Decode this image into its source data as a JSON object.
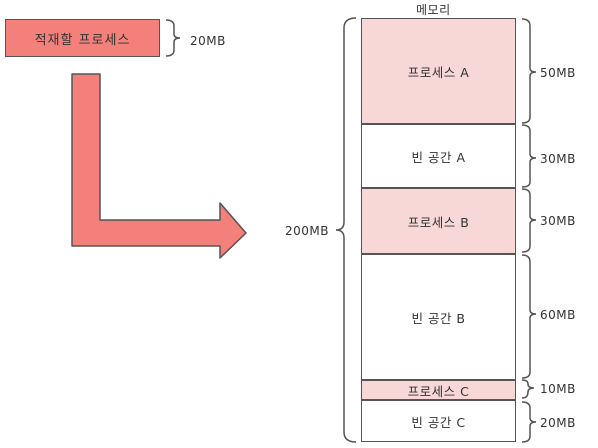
{
  "colors": {
    "process_fill": "#f8d7d7",
    "free_fill": "#ffffff",
    "arrow_fill": "#f3807a",
    "pending_fill": "#f3807a",
    "stroke": "#555555"
  },
  "pending_process": {
    "label": "적재할 프로세스",
    "size": "20MB"
  },
  "memory": {
    "title": "메모리",
    "total_size": "200MB",
    "blocks": [
      {
        "label": "프로세스 A",
        "size": "50MB",
        "kind": "process"
      },
      {
        "label": "빈 공간 A",
        "size": "30MB",
        "kind": "free"
      },
      {
        "label": "프로세스 B",
        "size": "30MB",
        "kind": "process"
      },
      {
        "label": "빈 공간 B",
        "size": "60MB",
        "kind": "free"
      },
      {
        "label": "프로세스 C",
        "size": "10MB",
        "kind": "process"
      },
      {
        "label": "빈 공간 C",
        "size": "20MB",
        "kind": "free"
      }
    ]
  }
}
